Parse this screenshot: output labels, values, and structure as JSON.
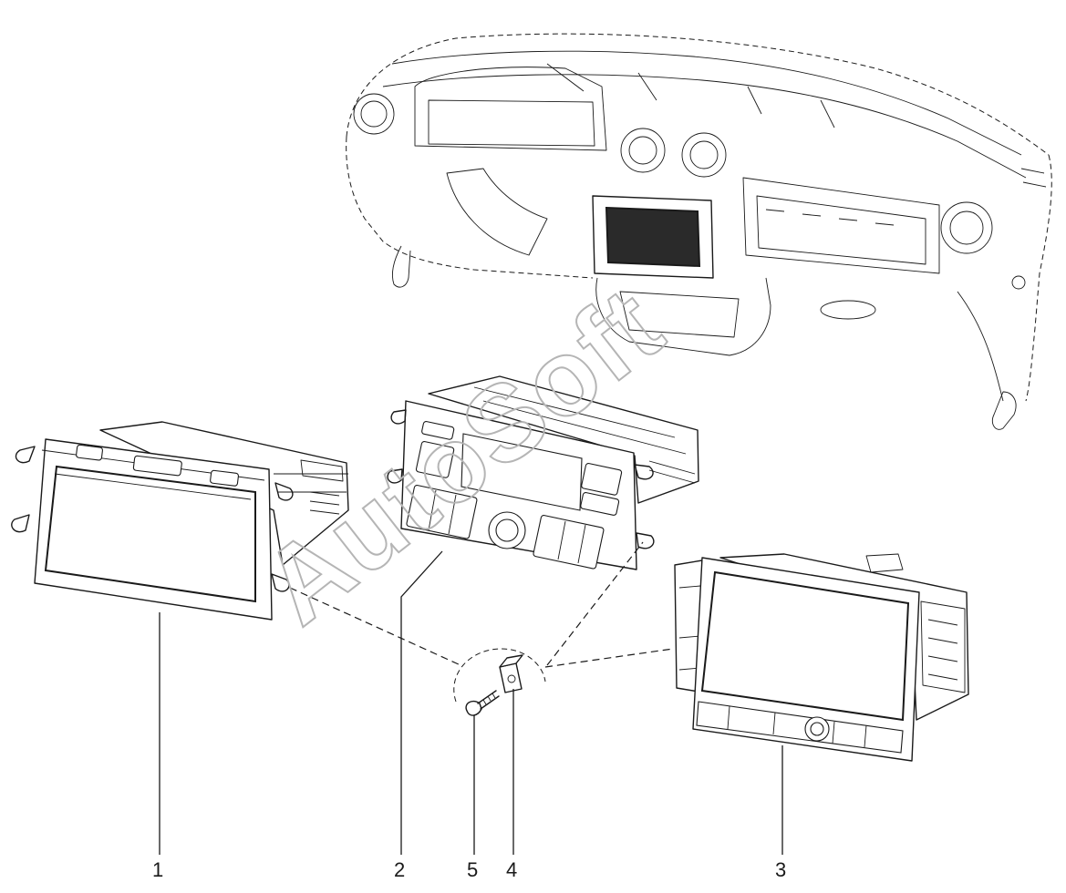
{
  "diagram": {
    "watermark": "AutoSoft",
    "callouts": [
      {
        "id": "1",
        "label": "1"
      },
      {
        "id": "2",
        "label": "2"
      },
      {
        "id": "3",
        "label": "3"
      },
      {
        "id": "4",
        "label": "4"
      },
      {
        "id": "5",
        "label": "5"
      }
    ],
    "parts": [
      {
        "id": "dashboard",
        "icon": "dashboard-outline-icon"
      },
      {
        "id": "touchscreen-unit-7in",
        "icon": "media-nav-unit-icon"
      },
      {
        "id": "radio-unit",
        "icon": "radio-cd-unit-icon"
      },
      {
        "id": "touchscreen-unit-large",
        "icon": "media-display-unit-icon"
      },
      {
        "id": "bracket",
        "icon": "bracket-icon"
      },
      {
        "id": "screw",
        "icon": "screw-icon"
      }
    ]
  }
}
